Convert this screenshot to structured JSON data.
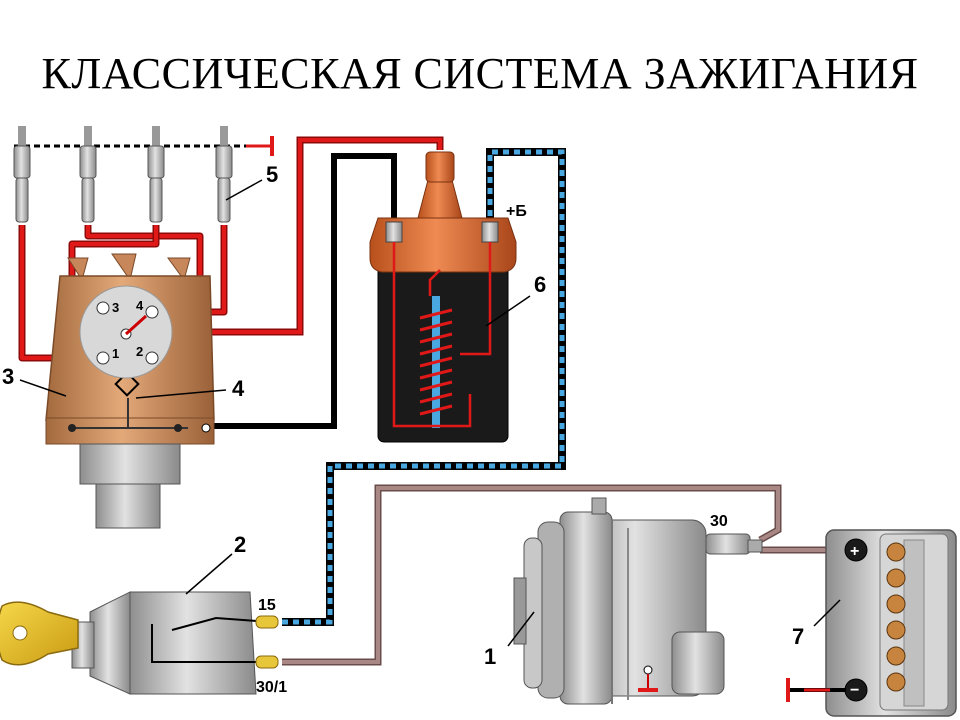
{
  "title": "КЛАССИЧЕСКАЯ СИСТЕМА ЗАЖИГАНИЯ",
  "labels": {
    "n1": "1",
    "n2": "2",
    "n3": "3",
    "n4": "4",
    "n5": "5",
    "n6": "6",
    "n7": "7"
  },
  "terminals": {
    "coil_plus": "+Б",
    "gen_30": "30",
    "switch_15": "15",
    "switch_30_1": "30/1"
  },
  "distributor_numbers": {
    "d1": "1",
    "d2": "2",
    "d3": "3",
    "d4": "4"
  },
  "battery_signs": {
    "plus": "+",
    "minus": "−"
  }
}
